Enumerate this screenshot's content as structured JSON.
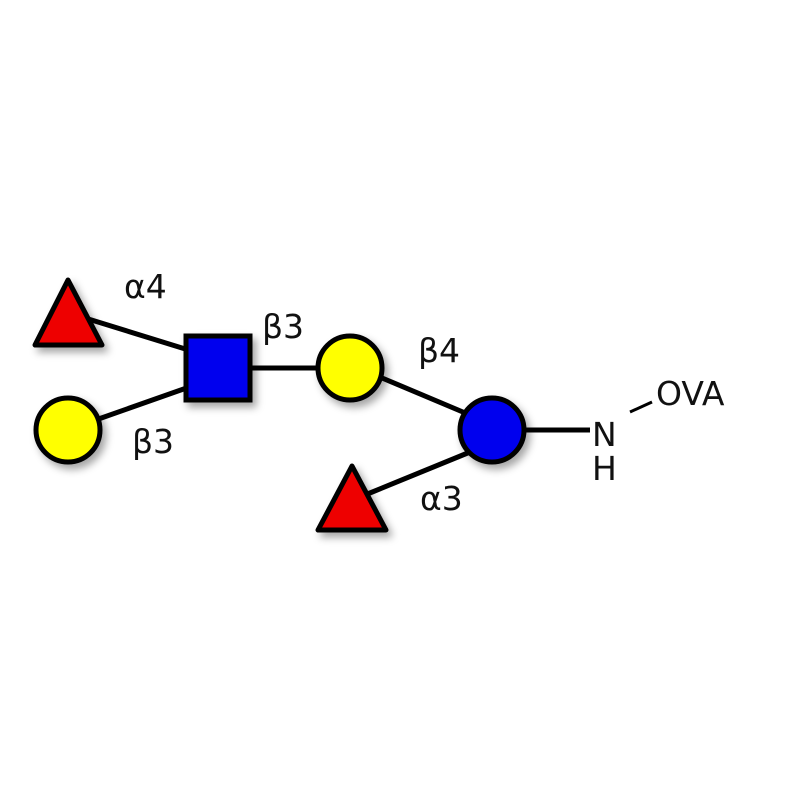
{
  "glycan": {
    "linkages": {
      "fuc_to_glcnac": "α4",
      "gal_to_glcnac": "β3",
      "glcnac_to_gal": "β3",
      "gal_to_glc": "β4",
      "fuc_to_glc": "α3"
    },
    "aglycone": {
      "n_label": "N",
      "h_label": "H",
      "carrier_label": "OVA"
    },
    "colors": {
      "fucose": "#ee0000",
      "galactose": "#ffff00",
      "glcnac": "#0000ee",
      "glucose": "#0000ee",
      "stroke": "#000000"
    }
  }
}
